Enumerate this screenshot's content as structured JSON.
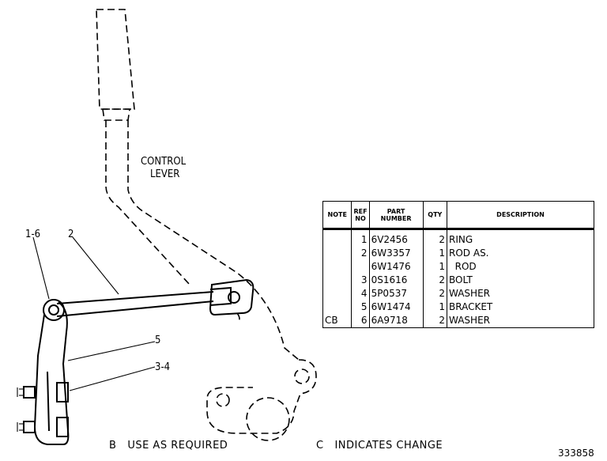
{
  "labels": {
    "control_lever_line1": "CONTROL",
    "control_lever_line2": "LEVER",
    "callout_1_6": "1-6",
    "callout_2": "2",
    "callout_5": "5",
    "callout_3_4": "3-4"
  },
  "table": {
    "headers": {
      "note": "NOTE",
      "ref_line1": "REF",
      "ref_line2": "NO",
      "part_line1": "PART",
      "part_line2": "NUMBER",
      "qty": "QTY",
      "description": "DESCRIPTION"
    },
    "rows": [
      {
        "note": "",
        "ref": "1",
        "part": "6V2456",
        "qty": "2",
        "description": "RING"
      },
      {
        "note": "",
        "ref": "2",
        "part": "6W3357",
        "qty": "1",
        "description": "ROD AS."
      },
      {
        "note": "",
        "ref": "",
        "part": "6W1476",
        "qty": "1",
        "description": "  ROD"
      },
      {
        "note": "",
        "ref": "3",
        "part": "0S1616",
        "qty": "2",
        "description": "BOLT"
      },
      {
        "note": "",
        "ref": "4",
        "part": "5P0537",
        "qty": "2",
        "description": "WASHER"
      },
      {
        "note": "",
        "ref": "5",
        "part": "6W1474",
        "qty": "1",
        "description": "BRACKET"
      },
      {
        "note": "CB",
        "ref": "6",
        "part": "6A9718",
        "qty": "2",
        "description": "WASHER"
      }
    ]
  },
  "footer": {
    "note_b": "B   USE AS REQUIRED",
    "note_c": "C   INDICATES CHANGE",
    "drawing_number": "333858"
  }
}
